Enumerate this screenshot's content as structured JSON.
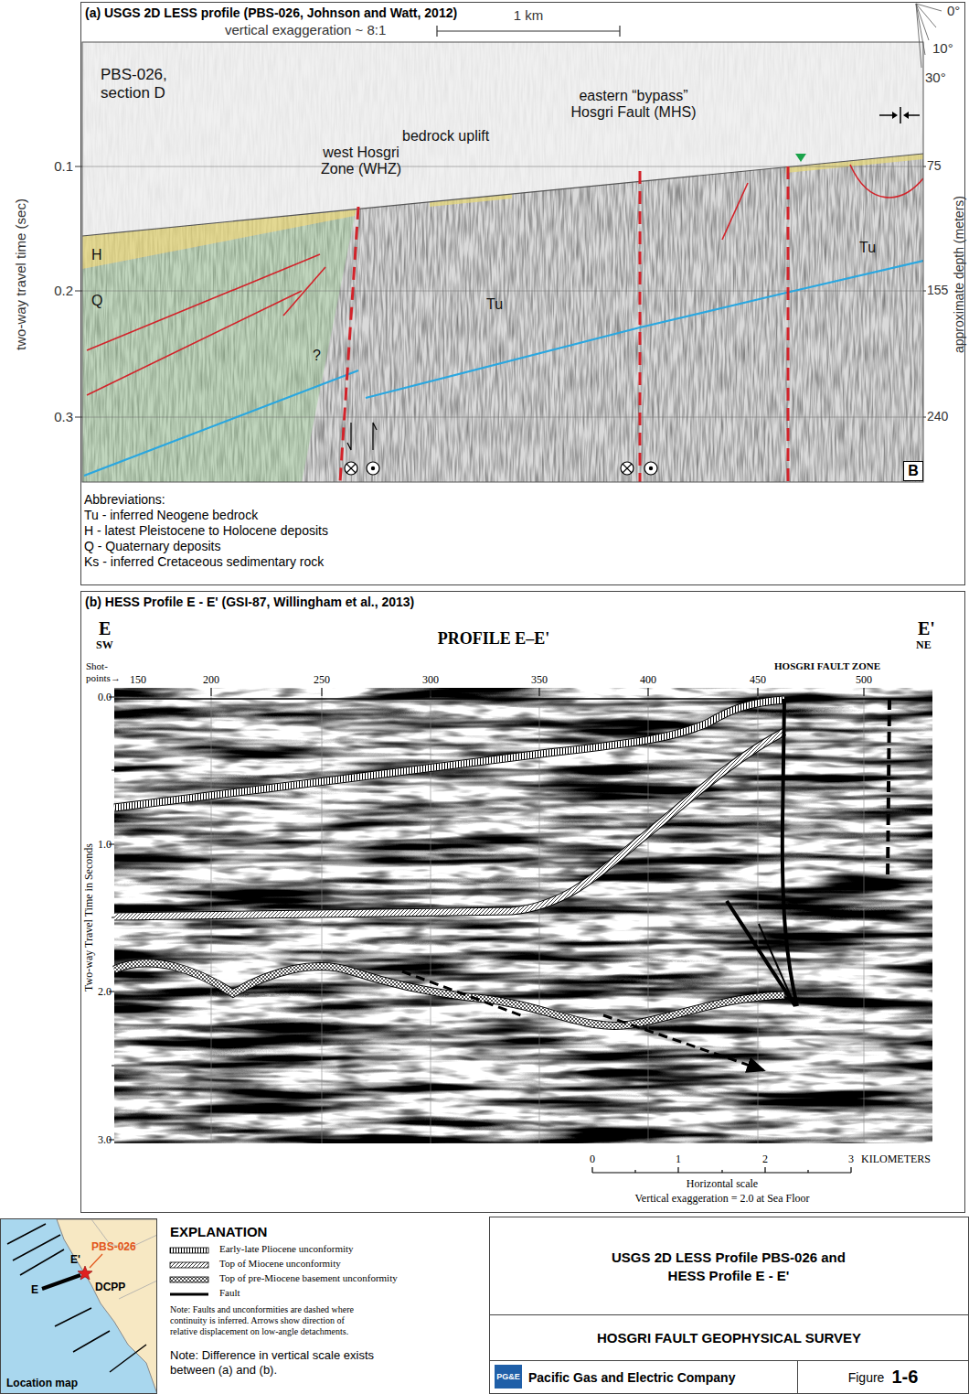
{
  "diagram": {
    "nodes": [
      {
        "text": [
          "(a) USGS 2D LESS profile (PBS-026, Johnson and Watt, 2012)"
        ]
      },
      {
        "text": [
          "B"
        ],
        "in": 0
      },
      {
        "text": [
          "(b) HESS Profile E - E' (GSI-87, Willingham et al., 2013)"
        ]
      },
      {
        "text": [
          "Location map"
        ]
      },
      {
        "text": [
          "USGS 2D LESS Profile PBS-026 and HESS Profile E - E'"
        ]
      },
      {
        "text": [
          "HOSGRI FAULT GEOPHYSICAL SURVEY"
        ],
        "in": 4
      },
      {
        "text": [
          "Pacific Gas and Electric Company"
        ],
        "in": 4
      },
      {
        "text": [
          "PG&E"
        ],
        "in": 6
      },
      {
        "text": [
          "Figure",
          "1-6"
        ],
        "in": 4
      }
    ],
    "labels": [
      "vertical exaggeration ~ 8:1",
      "1 km",
      "0°",
      "10°",
      "30°",
      "PBS-026, section D",
      "west Hosgri Zone (WHZ)",
      "bedrock uplift",
      "eastern “bypass” Hosgri Fault (MHS)",
      "H",
      "Q",
      "Tu",
      "Tu",
      "?",
      "two-way travel time (sec)",
      "0.1",
      "0.2",
      "0.3",
      "75",
      "155",
      "240",
      "approximate depth (meters)",
      "Abbreviations:",
      "Tu - inferred Neogene bedrock",
      "H - latest Pleistocene to Holocene deposits",
      "Q - Quaternary deposits",
      "Ks - inferred Cretaceous sedimentary rock",
      "E",
      "SW",
      "PROFILE E–E'",
      "E'",
      "NE",
      "Shot- points→",
      "150",
      "200",
      "250",
      "300",
      "350",
      "400",
      "450",
      "HOSGRI FAULT ZONE",
      "500",
      "0.0",
      "1.0",
      "2.0",
      "3.0",
      "Two-way Travel Time in Seconds",
      "0",
      "1",
      "2",
      "3",
      "KILOMETERS",
      "Horizontal scale",
      "Vertical exaggeration = 2.0 at Sea Floor",
      "PBS-026",
      "E'",
      "E",
      "DCPP",
      "EXPLANATION",
      "Note: Faults and unconformities are dashed where continuity is inferred. Arrows show direction of relative displacement on low-angle detachments.",
      "Note: Difference in vertical scale exists between (a) and (b)."
    ],
    "legend": [
      {
        "text": "Early-late Pliocene unconformity"
      },
      {
        "text": "Top of Miocene unconformity"
      },
      {
        "text": "Top of pre-Miocene basement unconformity"
      },
      {
        "text": "Fault"
      }
    ]
  }
}
